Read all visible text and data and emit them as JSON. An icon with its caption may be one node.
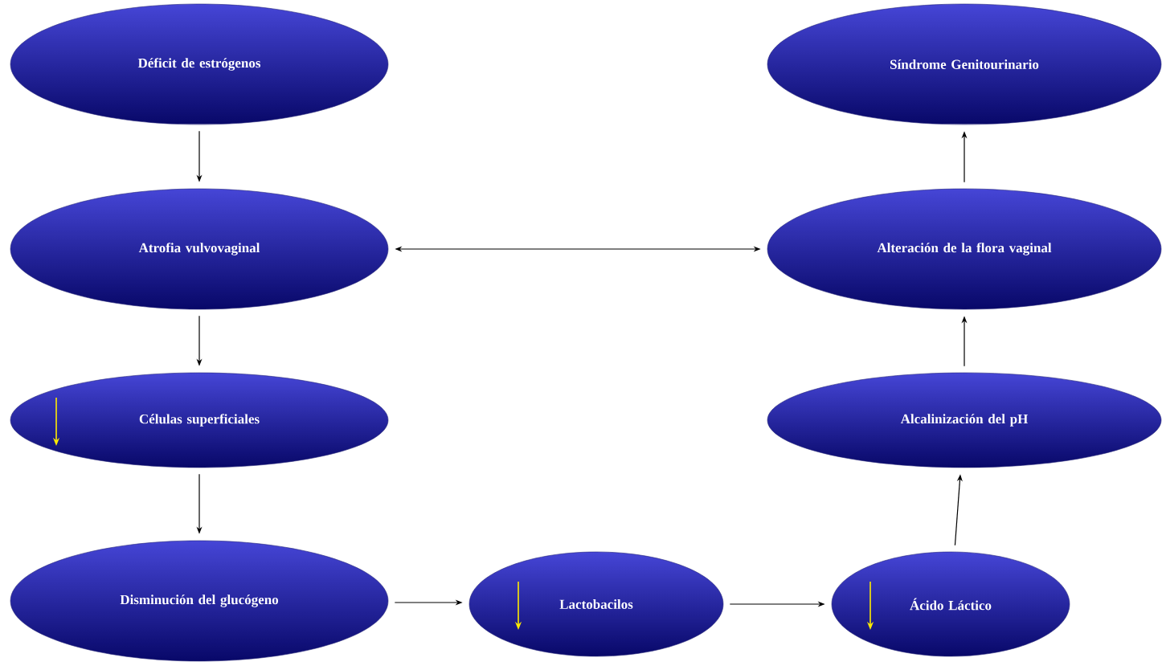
{
  "diagram": {
    "nodes": [
      {
        "text": [
          "Déficit de estrógenos"
        ]
      },
      {
        "text": [
          "Atrofia vulvovaginal"
        ]
      },
      {
        "text": [
          "Células superficiales"
        ]
      },
      {
        "text": [
          "Disminución del glucógeno"
        ]
      },
      {
        "text": [
          "Lactobacilos"
        ]
      },
      {
        "text": [
          "Ácido Láctico"
        ]
      },
      {
        "text": [
          "Alcalinización del pH"
        ]
      },
      {
        "text": [
          "Alteración de la flora vaginal"
        ]
      },
      {
        "text": [
          "Síndrome Genitourinario"
        ]
      }
    ],
    "edges": [
      {
        "from": 0,
        "to": 1,
        "arrow": "to"
      },
      {
        "from": 1,
        "to": 2,
        "arrow": "to"
      },
      {
        "from": 2,
        "to": 3,
        "arrow": "to"
      },
      {
        "from": 3,
        "to": 4,
        "arrow": "to"
      },
      {
        "from": 4,
        "to": 5,
        "arrow": "to"
      },
      {
        "from": 5,
        "to": 6,
        "arrow": "to"
      },
      {
        "from": 6,
        "to": 7,
        "arrow": "to"
      },
      {
        "from": 7,
        "to": 8,
        "arrow": "to"
      },
      {
        "from": 1,
        "to": 7,
        "arrow": "both"
      }
    ]
  }
}
